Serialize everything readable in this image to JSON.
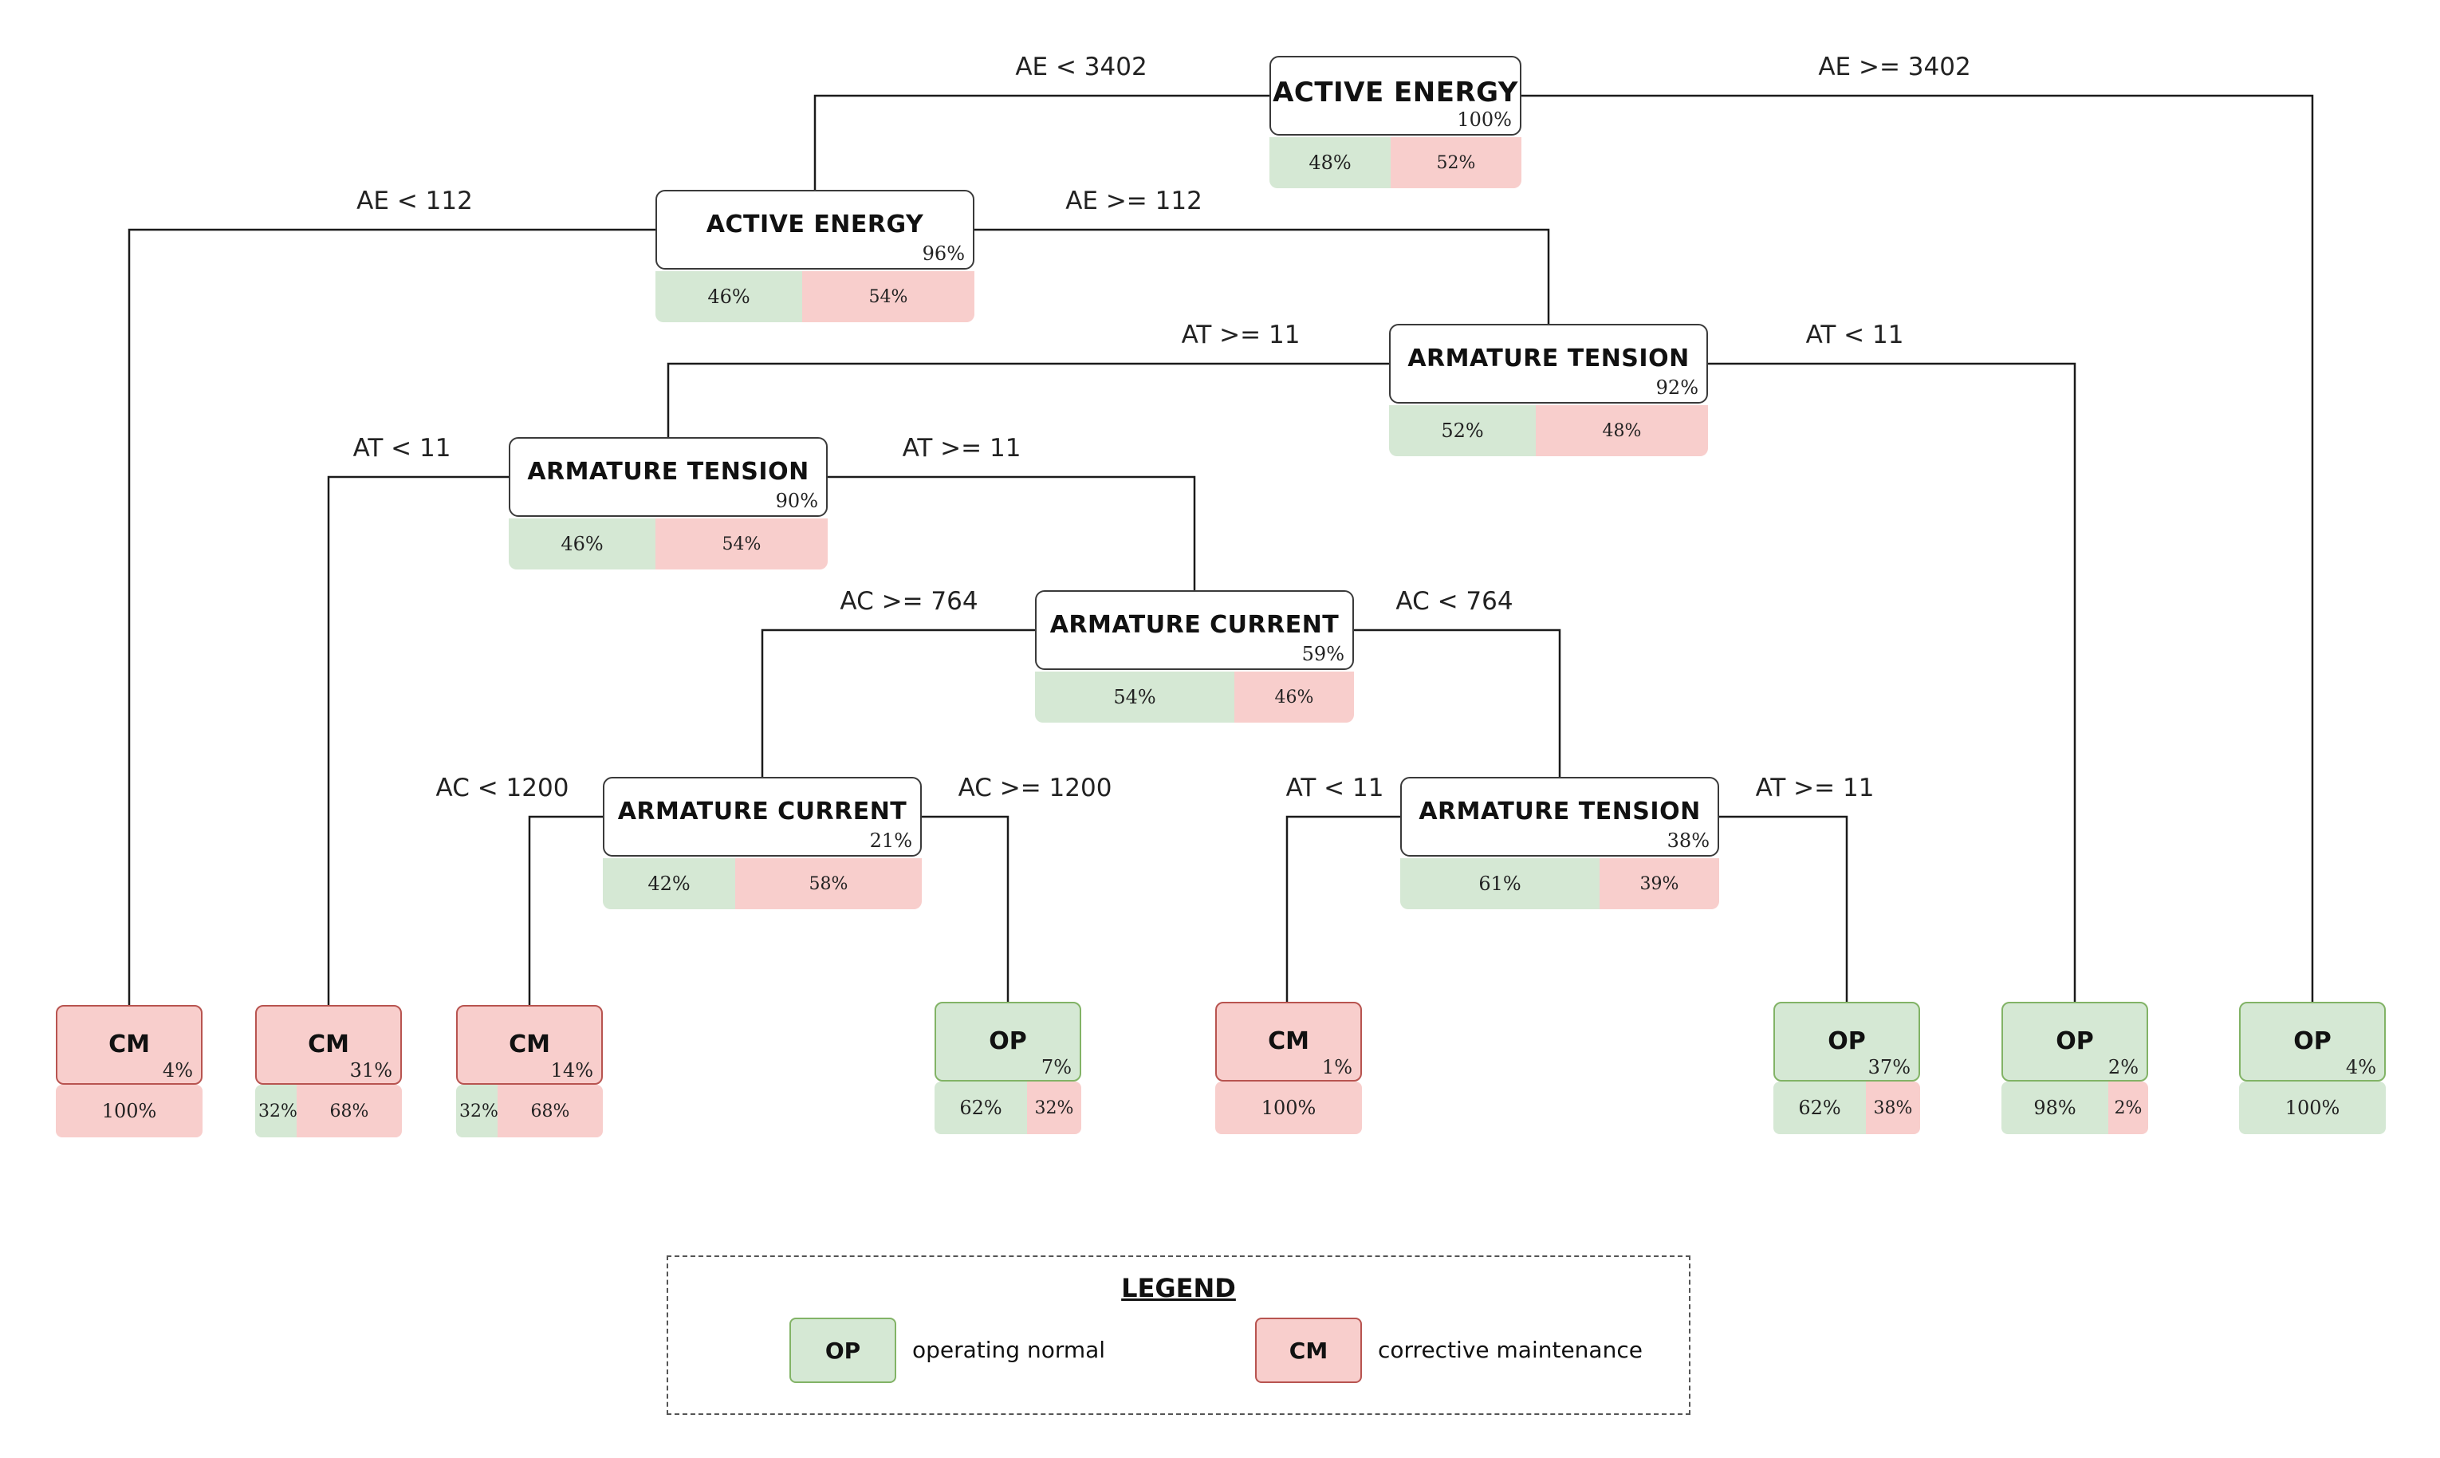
{
  "colors": {
    "op": "#d5e8d4",
    "op_border": "#82b366",
    "cm": "#f8cecc",
    "cm_border": "#b85450"
  },
  "nodes": {
    "n1": {
      "title": "ACTIVE ENERGY",
      "pct": "100%",
      "green": "48%",
      "red": "52%"
    },
    "n2": {
      "title": "ACTIVE ENERGY",
      "pct": "96%",
      "green": "46%",
      "red": "54%"
    },
    "n3": {
      "title": "ARMATURE TENSION",
      "pct": "92%",
      "green": "52%",
      "red": "48%"
    },
    "n4": {
      "title": "ARMATURE TENSION",
      "pct": "90%",
      "green": "46%",
      "red": "54%"
    },
    "n5": {
      "title": "ARMATURE CURRENT",
      "pct": "59%",
      "green": "54%",
      "red": "46%"
    },
    "n6": {
      "title": "ARMATURE CURRENT",
      "pct": "21%",
      "green": "42%",
      "red": "58%"
    },
    "n7": {
      "title": "ARMATURE TENSION",
      "pct": "38%",
      "green": "61%",
      "red": "39%"
    }
  },
  "leaves": {
    "l1": {
      "label": "CM",
      "pct": "4%",
      "bar": "100%"
    },
    "l2": {
      "label": "CM",
      "pct": "31%",
      "green": "32%",
      "red": "68%"
    },
    "l3": {
      "label": "CM",
      "pct": "14%",
      "green": "32%",
      "red": "68%"
    },
    "l4": {
      "label": "OP",
      "pct": "7%",
      "green": "62%",
      "red": "32%"
    },
    "l5": {
      "label": "CM",
      "pct": "1%",
      "bar": "100%"
    },
    "l6": {
      "label": "OP",
      "pct": "37%",
      "green": "62%",
      "red": "38%"
    },
    "l7": {
      "label": "OP",
      "pct": "2%",
      "green": "98%",
      "red": "2%"
    },
    "l8": {
      "label": "OP",
      "pct": "4%",
      "bar": "100%"
    }
  },
  "edges": {
    "e1": "AE < 3402",
    "e2": "AE >= 3402",
    "e3": "AE < 112",
    "e4": "AE >= 112",
    "e5": "AT >= 11",
    "e6": "AT < 11",
    "e7": "AT < 11",
    "e8": "AT >= 11",
    "e9": "AC >= 764",
    "e10": "AC < 764",
    "e11": "AC < 1200",
    "e12": "AC >= 1200",
    "e13": "AT < 11",
    "e14": "AT >= 11"
  },
  "legend": {
    "title": "LEGEND",
    "op_label": "OP",
    "op_text": "operating normal",
    "cm_label": "CM",
    "cm_text": "corrective maintenance"
  }
}
